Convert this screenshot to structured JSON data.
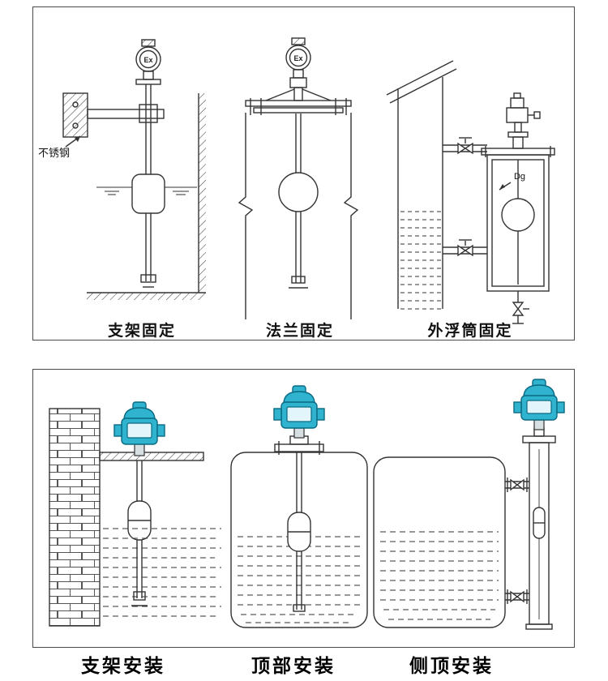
{
  "top_panel": {
    "captions": [
      "支架固定",
      "法兰固定",
      "外浮筒固定"
    ],
    "labels": {
      "stainless_steel": "不锈钢",
      "ex_left": "Ex",
      "ex_middle": "Ex",
      "dg": "Dg"
    }
  },
  "bottom_panel": {
    "captions": [
      "支架安装",
      "顶部安装",
      "侧顶安装"
    ]
  },
  "colors": {
    "line": "#333333",
    "transmitter_teal": "#2fb3cf",
    "transmitter_teal_dark": "#0a6a82"
  }
}
